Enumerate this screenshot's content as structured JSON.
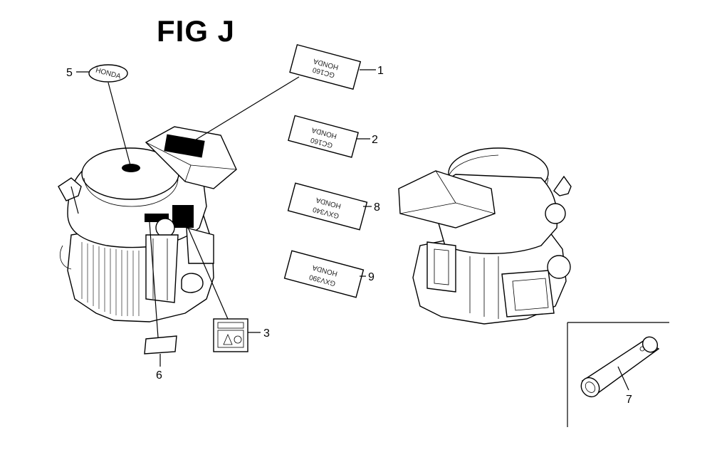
{
  "figure": {
    "title": "FIG J"
  },
  "callouts": [
    {
      "id": "1",
      "label": "1"
    },
    {
      "id": "2",
      "label": "2"
    },
    {
      "id": "3",
      "label": "3"
    },
    {
      "id": "5",
      "label": "5"
    },
    {
      "id": "6",
      "label": "6"
    },
    {
      "id": "7",
      "label": "7"
    },
    {
      "id": "8",
      "label": "8"
    },
    {
      "id": "9",
      "label": "9"
    }
  ],
  "decals": {
    "part1": {
      "line1": "HONDA",
      "line2": "GC160"
    },
    "part2": {
      "line1": "HONDA",
      "line2": "GC160"
    },
    "part5": {
      "text": "HONDA"
    },
    "part8": {
      "line1": "HONDA",
      "line2": "GXV340"
    },
    "part9": {
      "line1": "HONDA",
      "line2": "GXV390"
    }
  }
}
